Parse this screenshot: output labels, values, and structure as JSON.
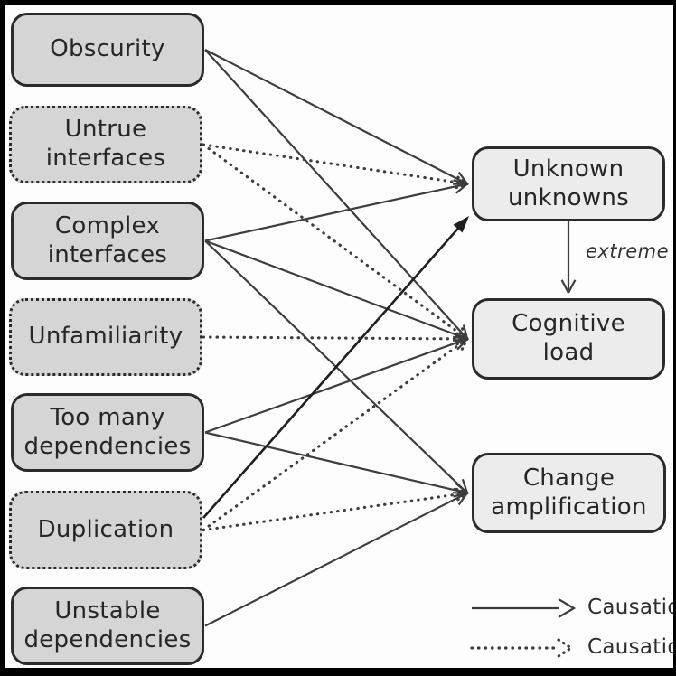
{
  "diagram": {
    "nodes": {
      "obscurity": {
        "label": "Obscurity",
        "border": "solid",
        "column": "cause"
      },
      "untrue_interfaces": {
        "label": "Untrue interfaces",
        "border": "dotted",
        "column": "cause"
      },
      "complex_interfaces": {
        "label": "Complex interfaces",
        "border": "solid",
        "column": "cause"
      },
      "unfamiliarity": {
        "label": "Unfamiliarity",
        "border": "dotted",
        "column": "cause"
      },
      "too_many_dependencies": {
        "label": "Too many dependencies",
        "border": "solid",
        "column": "cause"
      },
      "duplication": {
        "label": "Duplication",
        "border": "dotted",
        "column": "cause"
      },
      "unstable_dependencies": {
        "label": "Unstable dependencies",
        "border": "solid",
        "column": "cause"
      },
      "unknown_unknowns": {
        "label": "Unknown unknowns",
        "border": "solid",
        "column": "symptom"
      },
      "cognitive_load": {
        "label": "Cognitive load",
        "border": "solid",
        "column": "symptom"
      },
      "change_amplification": {
        "label": "Change amplification",
        "border": "solid",
        "column": "symptom"
      }
    },
    "edges": [
      {
        "from": "obscurity",
        "to": "unknown_unknowns",
        "style": "solid"
      },
      {
        "from": "obscurity",
        "to": "cognitive_load",
        "style": "solid"
      },
      {
        "from": "untrue_interfaces",
        "to": "unknown_unknowns",
        "style": "dotted"
      },
      {
        "from": "untrue_interfaces",
        "to": "cognitive_load",
        "style": "dotted"
      },
      {
        "from": "complex_interfaces",
        "to": "unknown_unknowns",
        "style": "solid"
      },
      {
        "from": "complex_interfaces",
        "to": "cognitive_load",
        "style": "solid"
      },
      {
        "from": "complex_interfaces",
        "to": "change_amplification",
        "style": "solid"
      },
      {
        "from": "unfamiliarity",
        "to": "cognitive_load",
        "style": "dotted"
      },
      {
        "from": "too_many_dependencies",
        "to": "cognitive_load",
        "style": "solid"
      },
      {
        "from": "too_many_dependencies",
        "to": "change_amplification",
        "style": "solid"
      },
      {
        "from": "duplication",
        "to": "unknown_unknowns",
        "style": "solid_bold",
        "anchor": "corner"
      },
      {
        "from": "duplication",
        "to": "cognitive_load",
        "style": "dotted"
      },
      {
        "from": "duplication",
        "to": "change_amplification",
        "style": "dotted"
      },
      {
        "from": "unstable_dependencies",
        "to": "change_amplification",
        "style": "solid"
      },
      {
        "from": "unknown_unknowns",
        "to": "cognitive_load",
        "style": "solid",
        "orientation": "vertical",
        "label": "extreme"
      }
    ]
  },
  "legend": {
    "items": [
      {
        "style": "solid",
        "label": "Causation"
      },
      {
        "style": "dotted",
        "label": "Causation"
      }
    ]
  },
  "colors": {
    "cause_fill": "#d5d5d5",
    "symptom_fill": "#ececec",
    "stroke": "#3d3d3d",
    "border": "#2b2b2b",
    "background": "#fdfdfd"
  }
}
